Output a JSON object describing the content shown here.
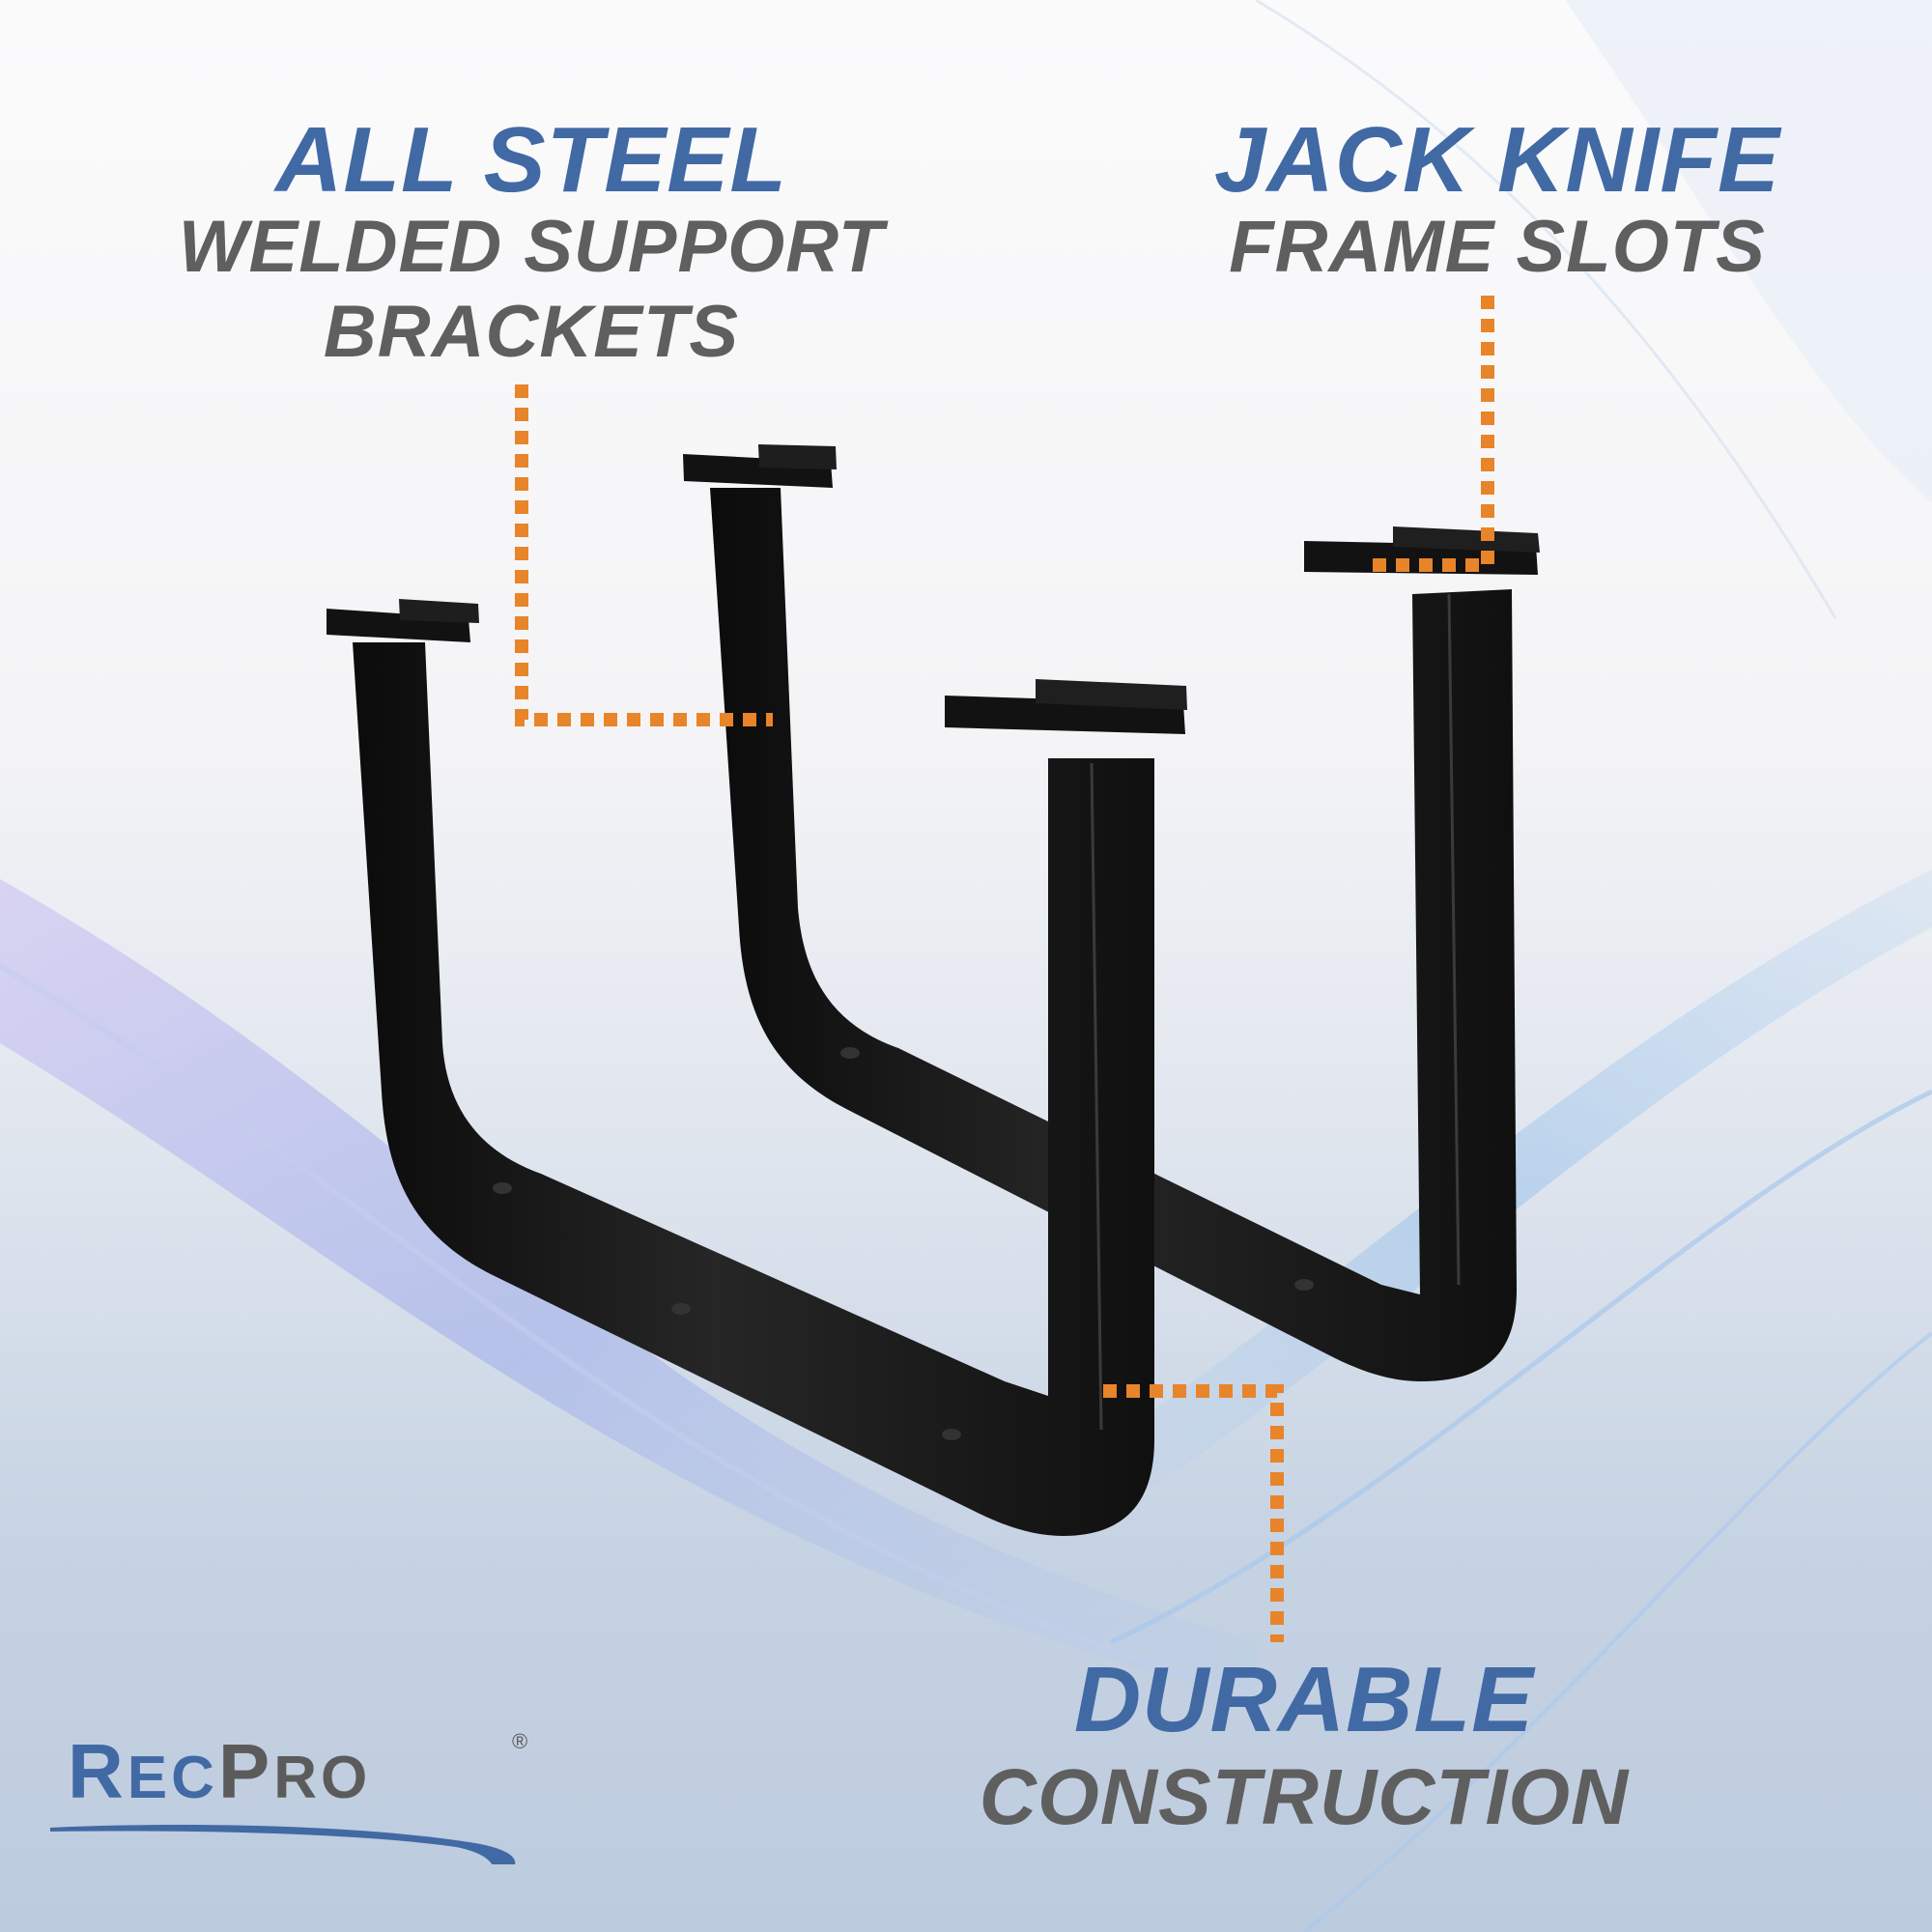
{
  "callouts": {
    "all_steel": {
      "headline": "ALL STEEL",
      "line1": "WELDED SUPPORT",
      "line2": "BRACKETS"
    },
    "jack_knife": {
      "headline": "JACK KNIFE",
      "line1": "FRAME SLOTS"
    },
    "durable": {
      "headline": "DURABLE",
      "line1": "CONSTRUCTION"
    }
  },
  "logo": {
    "rec_initial": "R",
    "rec_rest": "EC",
    "pro_initial": "P",
    "pro_rest": "RO",
    "registered": "®"
  },
  "product": {
    "name": "u-shaped-steel-support-brackets",
    "count": 2,
    "finish_color": "#111111"
  },
  "colors": {
    "headline_blue": "#4169a4",
    "subtext_gray": "#5f5f5f",
    "leader_orange": "#e8842a",
    "bracket_black": "#111111"
  }
}
